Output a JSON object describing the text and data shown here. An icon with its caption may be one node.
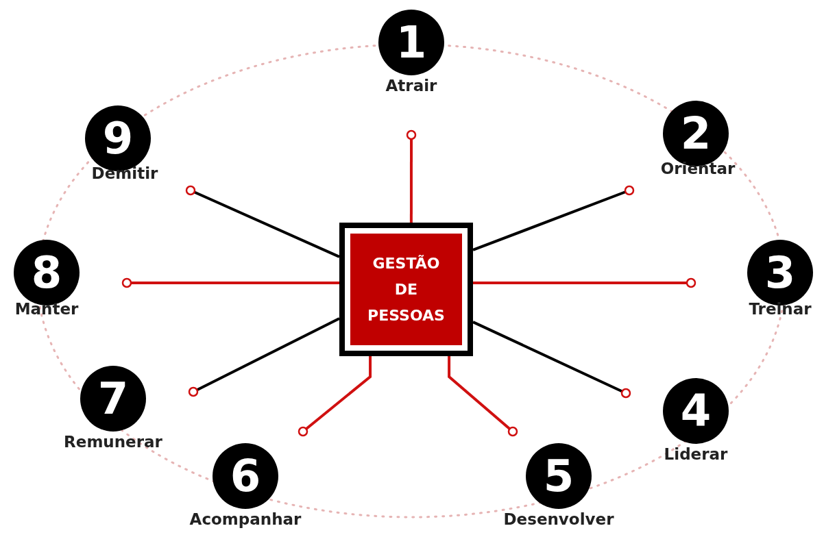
{
  "diagram": {
    "nodes": [
      {
        "text": [
          "GESTÃO DE PESSOAS"
        ]
      },
      {
        "text": [
          "1",
          "Atrair"
        ]
      },
      {
        "text": [
          "2",
          "Orientar"
        ]
      },
      {
        "text": [
          "3",
          "Treinar"
        ]
      },
      {
        "text": [
          "4",
          "Liderar"
        ]
      },
      {
        "text": [
          "5",
          "Desenvolver"
        ]
      },
      {
        "text": [
          "6",
          "Acompanhar"
        ]
      },
      {
        "text": [
          "7",
          "Remunerar"
        ]
      },
      {
        "text": [
          "8",
          "Manter"
        ]
      },
      {
        "text": [
          "9",
          "Demitir"
        ]
      }
    ],
    "edges": [
      {
        "from": 0,
        "to": 1,
        "arrow": "other"
      },
      {
        "from": 0,
        "to": 2,
        "arrow": "other",
        "color": "#000000"
      },
      {
        "from": 0,
        "to": 3,
        "arrow": "other"
      },
      {
        "from": 0,
        "to": 4,
        "arrow": "other",
        "color": "#000000"
      },
      {
        "from": 0,
        "to": 5,
        "arrow": "other"
      },
      {
        "from": 0,
        "to": 6,
        "arrow": "other"
      },
      {
        "from": 0,
        "to": 7,
        "arrow": "other",
        "color": "#000000"
      },
      {
        "from": 0,
        "to": 8,
        "arrow": "other"
      },
      {
        "from": 0,
        "to": 9,
        "arrow": "other",
        "color": "#000000"
      }
    ]
  }
}
